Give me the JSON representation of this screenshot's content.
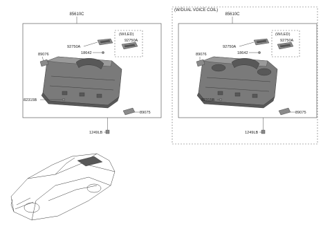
{
  "left_panel": {
    "assembly": "85610C",
    "led_option": "(W/LED)",
    "labels": {
      "lamp": "92750A",
      "lamp_led": "92750A",
      "bolt_lamp": "18642",
      "bracket_left": "89076",
      "clip": "82315B",
      "bracket_right": "89075",
      "screw": "1249LB"
    }
  },
  "right_panel": {
    "variant": "(W/DUAL VOICE COIL)",
    "assembly": "85610C",
    "led_option": "(W/LED)",
    "labels": {
      "lamp": "92750A",
      "lamp_led": "92750A",
      "bolt_lamp": "18642",
      "bracket_left": "89076",
      "clip": "82315B",
      "bracket_right": "89075",
      "screw": "1249LB"
    }
  }
}
